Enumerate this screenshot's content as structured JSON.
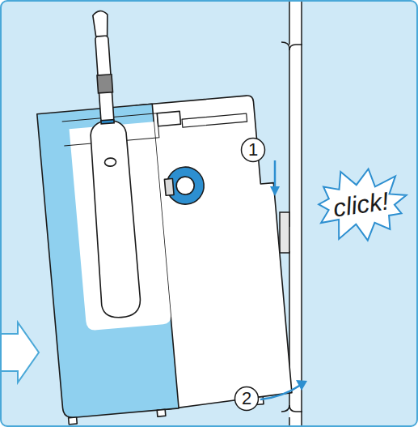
{
  "diagram": {
    "nodes": [
      {
        "text": [
          "1"
        ]
      },
      {
        "text": [
          "click!"
        ]
      },
      {
        "text": [
          "2"
        ]
      }
    ]
  }
}
